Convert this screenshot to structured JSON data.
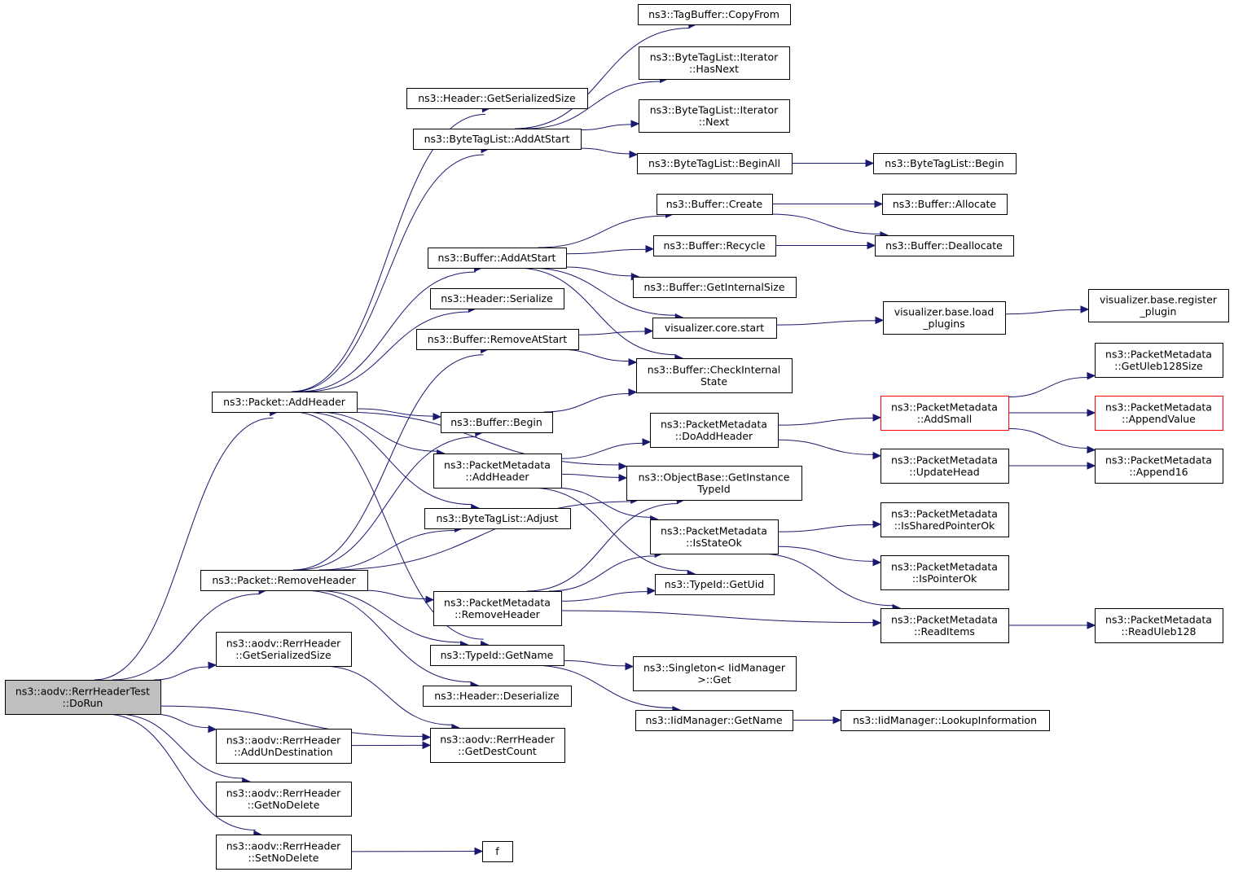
{
  "nodes": [
    {
      "id": "dorun",
      "lines": [
        "ns3::aodv::RerrHeaderTest",
        "::DoRun"
      ],
      "root": true
    },
    {
      "id": "pkt_addheader",
      "lines": [
        "ns3::Packet::AddHeader"
      ]
    },
    {
      "id": "pkt_removeheader",
      "lines": [
        "ns3::Packet::RemoveHeader"
      ]
    },
    {
      "id": "rerr_getsersize",
      "lines": [
        "ns3::aodv::RerrHeader",
        "::GetSerializedSize"
      ]
    },
    {
      "id": "rerr_addun",
      "lines": [
        "ns3::aodv::RerrHeader",
        "::AddUnDestination"
      ]
    },
    {
      "id": "rerr_getnodelete",
      "lines": [
        "ns3::aodv::RerrHeader",
        "::GetNoDelete"
      ]
    },
    {
      "id": "rerr_setnodelete",
      "lines": [
        "ns3::aodv::RerrHeader",
        "::SetNoDelete"
      ]
    },
    {
      "id": "hdr_getsersize",
      "lines": [
        "ns3::Header::GetSerializedSize"
      ]
    },
    {
      "id": "btl_addatstart",
      "lines": [
        "ns3::ByteTagList::AddAtStart"
      ]
    },
    {
      "id": "buf_addatstart",
      "lines": [
        "ns3::Buffer::AddAtStart"
      ]
    },
    {
      "id": "hdr_serialize",
      "lines": [
        "ns3::Header::Serialize"
      ]
    },
    {
      "id": "buf_removeatstart",
      "lines": [
        "ns3::Buffer::RemoveAtStart"
      ]
    },
    {
      "id": "buf_begin",
      "lines": [
        "ns3::Buffer::Begin"
      ]
    },
    {
      "id": "pm_addheader",
      "lines": [
        "ns3::PacketMetadata",
        "::AddHeader"
      ]
    },
    {
      "id": "btl_adjust",
      "lines": [
        "ns3::ByteTagList::Adjust"
      ]
    },
    {
      "id": "pm_removeheader",
      "lines": [
        "ns3::PacketMetadata",
        "::RemoveHeader"
      ]
    },
    {
      "id": "typeid_getname",
      "lines": [
        "ns3::TypeId::GetName"
      ]
    },
    {
      "id": "hdr_deserialize",
      "lines": [
        "ns3::Header::Deserialize"
      ]
    },
    {
      "id": "rerr_getdestcount",
      "lines": [
        "ns3::aodv::RerrHeader",
        "::GetDestCount"
      ]
    },
    {
      "id": "f",
      "lines": [
        "f"
      ]
    },
    {
      "id": "tb_copyfrom",
      "lines": [
        "ns3::TagBuffer::CopyFrom"
      ]
    },
    {
      "id": "btl_it_hasnext",
      "lines": [
        "ns3::ByteTagList::Iterator",
        "::HasNext"
      ]
    },
    {
      "id": "btl_it_next",
      "lines": [
        "ns3::ByteTagList::Iterator",
        "::Next"
      ]
    },
    {
      "id": "btl_beginall",
      "lines": [
        "ns3::ByteTagList::BeginAll"
      ]
    },
    {
      "id": "buf_create",
      "lines": [
        "ns3::Buffer::Create"
      ]
    },
    {
      "id": "buf_recycle",
      "lines": [
        "ns3::Buffer::Recycle"
      ]
    },
    {
      "id": "buf_getinternalsize",
      "lines": [
        "ns3::Buffer::GetInternalSize"
      ]
    },
    {
      "id": "viz_core_start",
      "lines": [
        "visualizer.core.start"
      ]
    },
    {
      "id": "buf_checkinternal",
      "lines": [
        "ns3::Buffer::CheckInternal",
        "State"
      ]
    },
    {
      "id": "pm_doaddheader",
      "lines": [
        "ns3::PacketMetadata",
        "::DoAddHeader"
      ]
    },
    {
      "id": "ob_getinstancetypeid",
      "lines": [
        "ns3::ObjectBase::GetInstance",
        "TypeId"
      ]
    },
    {
      "id": "pm_isstateok",
      "lines": [
        "ns3::PacketMetadata",
        "::IsStateOk"
      ]
    },
    {
      "id": "typeid_getuid",
      "lines": [
        "ns3::TypeId::GetUid"
      ]
    },
    {
      "id": "singleton_get",
      "lines": [
        "ns3::Singleton< IidManager",
        " >::Get"
      ]
    },
    {
      "id": "iid_getname",
      "lines": [
        "ns3::IidManager::GetName"
      ]
    },
    {
      "id": "btl_begin",
      "lines": [
        "ns3::ByteTagList::Begin"
      ]
    },
    {
      "id": "buf_allocate",
      "lines": [
        "ns3::Buffer::Allocate"
      ]
    },
    {
      "id": "buf_deallocate",
      "lines": [
        "ns3::Buffer::Deallocate"
      ]
    },
    {
      "id": "viz_loadplugins",
      "lines": [
        "visualizer.base.load",
        "_plugins"
      ]
    },
    {
      "id": "pm_addsmall",
      "lines": [
        "ns3::PacketMetadata",
        "::AddSmall"
      ],
      "truncated": true
    },
    {
      "id": "pm_updatehead",
      "lines": [
        "ns3::PacketMetadata",
        "::UpdateHead"
      ]
    },
    {
      "id": "pm_issharedpointerok",
      "lines": [
        "ns3::PacketMetadata",
        "::IsSharedPointerOk"
      ]
    },
    {
      "id": "pm_ispointerok",
      "lines": [
        "ns3::PacketMetadata",
        "::IsPointerOk"
      ]
    },
    {
      "id": "pm_readitems",
      "lines": [
        "ns3::PacketMetadata",
        "::ReadItems"
      ]
    },
    {
      "id": "iid_lookupinfo",
      "lines": [
        "ns3::IidManager::LookupInformation"
      ]
    },
    {
      "id": "viz_registerplugin",
      "lines": [
        "visualizer.base.register",
        "_plugin"
      ]
    },
    {
      "id": "pm_getuleb128size",
      "lines": [
        "ns3::PacketMetadata",
        "::GetUleb128Size"
      ]
    },
    {
      "id": "pm_appendvalue",
      "lines": [
        "ns3::PacketMetadata",
        "::AppendValue"
      ],
      "truncated": true
    },
    {
      "id": "pm_append16",
      "lines": [
        "ns3::PacketMetadata",
        "::Append16"
      ]
    },
    {
      "id": "pm_readuleb128",
      "lines": [
        "ns3::PacketMetadata",
        "::ReadUleb128"
      ]
    }
  ],
  "edges": [
    [
      "dorun",
      "pkt_addheader"
    ],
    [
      "dorun",
      "pkt_removeheader"
    ],
    [
      "dorun",
      "rerr_getsersize"
    ],
    [
      "dorun",
      "rerr_getdestcount"
    ],
    [
      "dorun",
      "rerr_addun"
    ],
    [
      "dorun",
      "rerr_getnodelete"
    ],
    [
      "dorun",
      "rerr_setnodelete"
    ],
    [
      "pkt_addheader",
      "hdr_getsersize"
    ],
    [
      "pkt_addheader",
      "btl_addatstart"
    ],
    [
      "pkt_addheader",
      "buf_addatstart"
    ],
    [
      "pkt_addheader",
      "hdr_serialize"
    ],
    [
      "pkt_addheader",
      "ob_getinstancetypeid"
    ],
    [
      "pkt_addheader",
      "buf_begin"
    ],
    [
      "pkt_addheader",
      "pm_addheader"
    ],
    [
      "pkt_addheader",
      "btl_adjust"
    ],
    [
      "pkt_addheader",
      "typeid_getname"
    ],
    [
      "pkt_removeheader",
      "buf_removeatstart"
    ],
    [
      "pkt_removeheader",
      "buf_begin"
    ],
    [
      "pkt_removeheader",
      "btl_adjust"
    ],
    [
      "pkt_removeheader",
      "ob_getinstancetypeid"
    ],
    [
      "pkt_removeheader",
      "pm_removeheader"
    ],
    [
      "pkt_removeheader",
      "typeid_getname"
    ],
    [
      "pkt_removeheader",
      "hdr_deserialize"
    ],
    [
      "rerr_getsersize",
      "rerr_getdestcount"
    ],
    [
      "rerr_addun",
      "rerr_getdestcount"
    ],
    [
      "rerr_setnodelete",
      "f"
    ],
    [
      "btl_addatstart",
      "tb_copyfrom"
    ],
    [
      "btl_addatstart",
      "btl_it_hasnext"
    ],
    [
      "btl_addatstart",
      "btl_it_next"
    ],
    [
      "btl_addatstart",
      "btl_beginall"
    ],
    [
      "btl_beginall",
      "btl_begin"
    ],
    [
      "buf_addatstart",
      "buf_create"
    ],
    [
      "buf_addatstart",
      "buf_recycle"
    ],
    [
      "buf_addatstart",
      "buf_getinternalsize"
    ],
    [
      "buf_addatstart",
      "viz_core_start"
    ],
    [
      "buf_addatstart",
      "buf_checkinternal"
    ],
    [
      "buf_create",
      "buf_allocate"
    ],
    [
      "buf_create",
      "buf_deallocate"
    ],
    [
      "buf_recycle",
      "buf_deallocate"
    ],
    [
      "buf_removeatstart",
      "viz_core_start"
    ],
    [
      "buf_removeatstart",
      "buf_checkinternal"
    ],
    [
      "viz_core_start",
      "viz_loadplugins"
    ],
    [
      "viz_loadplugins",
      "viz_registerplugin"
    ],
    [
      "buf_begin",
      "buf_checkinternal"
    ],
    [
      "pm_addheader",
      "pm_doaddheader"
    ],
    [
      "pm_addheader",
      "ob_getinstancetypeid"
    ],
    [
      "pm_addheader",
      "pm_isstateok"
    ],
    [
      "pm_addheader",
      "typeid_getuid"
    ],
    [
      "pm_removeheader",
      "ob_getinstancetypeid"
    ],
    [
      "pm_removeheader",
      "pm_isstateok"
    ],
    [
      "pm_removeheader",
      "typeid_getuid"
    ],
    [
      "pm_removeheader",
      "pm_readitems"
    ],
    [
      "pm_doaddheader",
      "pm_addsmall"
    ],
    [
      "pm_doaddheader",
      "pm_updatehead"
    ],
    [
      "pm_addsmall",
      "pm_getuleb128size"
    ],
    [
      "pm_addsmall",
      "pm_appendvalue"
    ],
    [
      "pm_addsmall",
      "pm_append16"
    ],
    [
      "pm_updatehead",
      "pm_append16"
    ],
    [
      "pm_isstateok",
      "pm_issharedpointerok"
    ],
    [
      "pm_isstateok",
      "pm_ispointerok"
    ],
    [
      "pm_isstateok",
      "pm_readitems"
    ],
    [
      "pm_readitems",
      "pm_readuleb128"
    ],
    [
      "typeid_getname",
      "singleton_get"
    ],
    [
      "typeid_getname",
      "iid_getname"
    ],
    [
      "iid_getname",
      "iid_lookupinfo"
    ]
  ],
  "colors": {
    "edge": "#191970",
    "root_fill": "#bfbfbf",
    "node_border": "#000000",
    "truncated_border": "#ff0000"
  }
}
